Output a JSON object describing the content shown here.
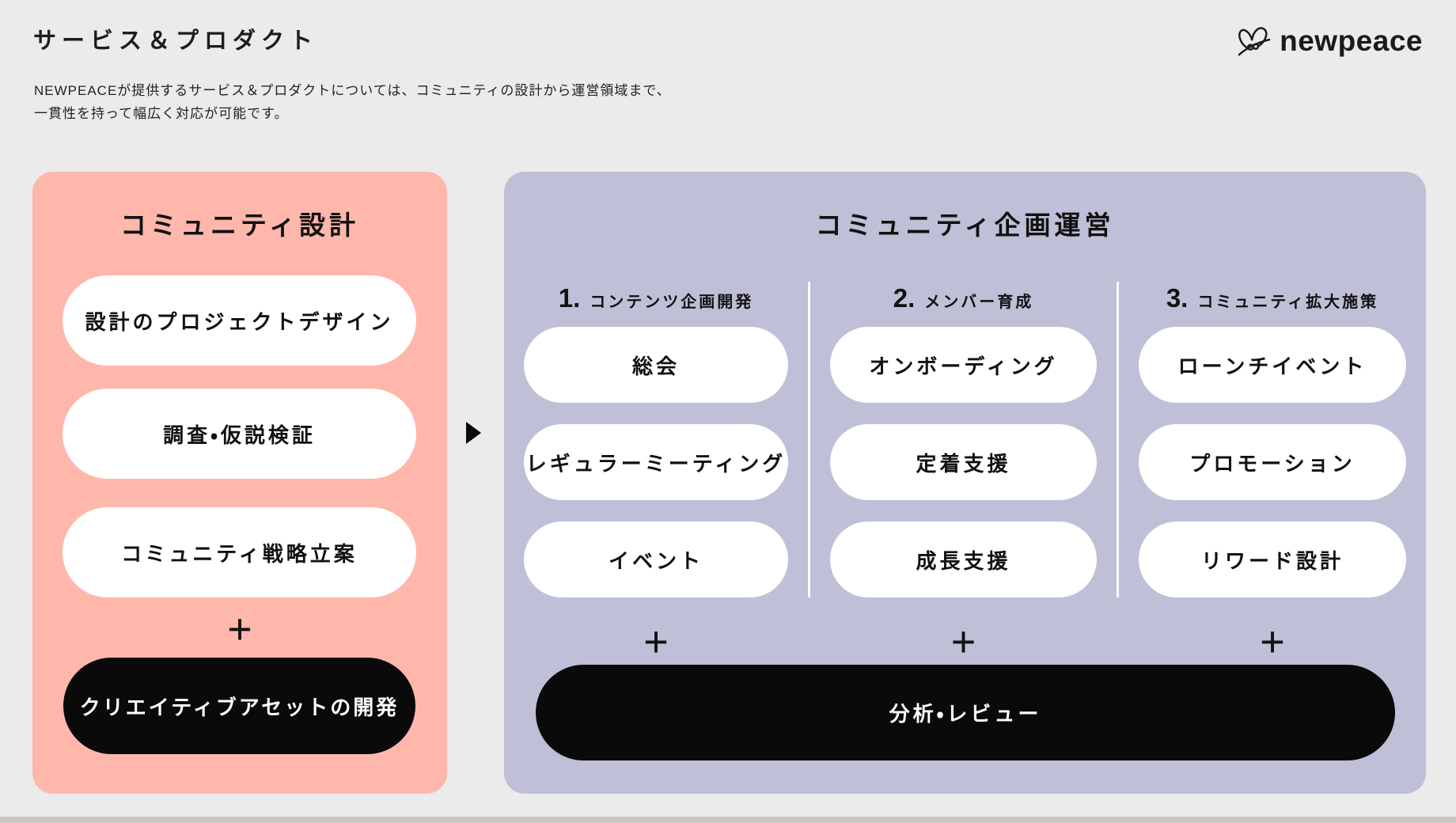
{
  "header": {
    "title": "サービス＆プロダクト",
    "description_line1": "NEWPEACEが提供するサービス＆プロダクトについては、コミュニティの設計から運営領域まで、",
    "description_line2": "一貫性を持って幅広く対応が可能です。",
    "logo_text": "newpeace"
  },
  "colors": {
    "background": "#EBEBEB",
    "panel_pink": "#FFB7AB",
    "panel_purple": "#BFBFD7",
    "pill_white": "#FFFFFF",
    "pill_black": "#0A0A0A",
    "text": "#161616",
    "bottom_strip": "#C9C5C1"
  },
  "left_panel": {
    "title": "コミュニティ設計",
    "items": [
      "設計のプロジェクトデザイン",
      "調査・仮説検証",
      "コミュニティ戦略立案"
    ],
    "plus": "+",
    "highlight": "クリエイティブアセットの開発"
  },
  "arrow_icon": "▶",
  "right_panel": {
    "title": "コミュニティ企画運営",
    "columns": [
      {
        "number": "1.",
        "label": "コンテンツ企画開発",
        "items": [
          "総会",
          "レギュラーミーティング",
          "イベント"
        ],
        "plus": "+"
      },
      {
        "number": "2.",
        "label": "メンバー育成",
        "items": [
          "オンボーディング",
          "定着支援",
          "成長支援"
        ],
        "plus": "+"
      },
      {
        "number": "3.",
        "label": "コミュニティ拡大施策",
        "items": [
          "ローンチイベント",
          "プロモーション",
          "リワード設計"
        ],
        "plus": "+"
      }
    ],
    "highlight": "分析・レビュー"
  }
}
